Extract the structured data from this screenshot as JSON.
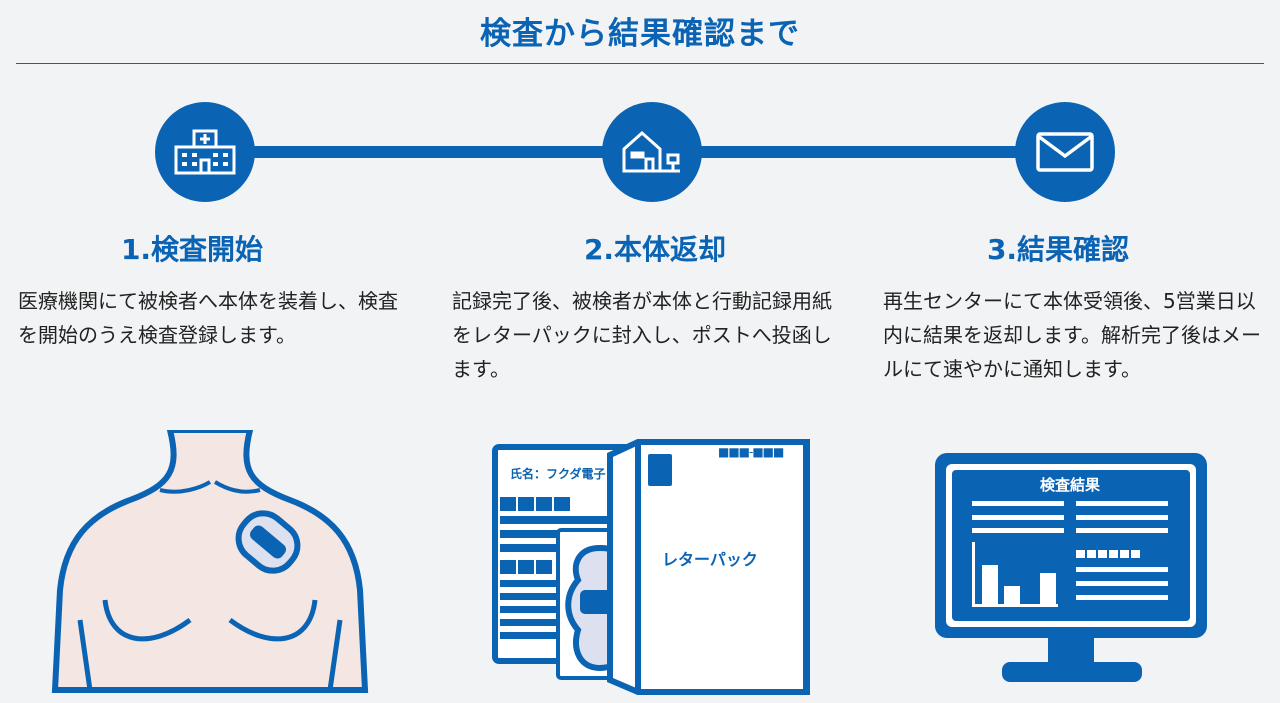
{
  "title": "検査から結果確認まで",
  "steps": [
    {
      "icon": "hospital-icon",
      "heading": "1.検査開始",
      "text": "医療機関にて被検者へ本体を装着し、検査を開始のうえ検査登録します。"
    },
    {
      "icon": "home-mailbox-icon",
      "heading": "2.本体返却",
      "text": "記録完了後、被検者が本体と行動記録用紙をレターパックに封入し、ポストへ投函します。"
    },
    {
      "icon": "mail-icon",
      "heading": "3.結果確認",
      "text": "再生センターにて本体受領後、5営業日以内に結果を返却します。解析完了後はメールにて速やかに通知します。"
    }
  ],
  "illustrations": {
    "form_name": "氏名：フクダ電子",
    "postal_code": "■■■-■■■",
    "letterpack": "レターパック",
    "monitor_title": "検査結果"
  },
  "colors": {
    "accent": "#0b63b3",
    "background": "#f2f3f4"
  }
}
